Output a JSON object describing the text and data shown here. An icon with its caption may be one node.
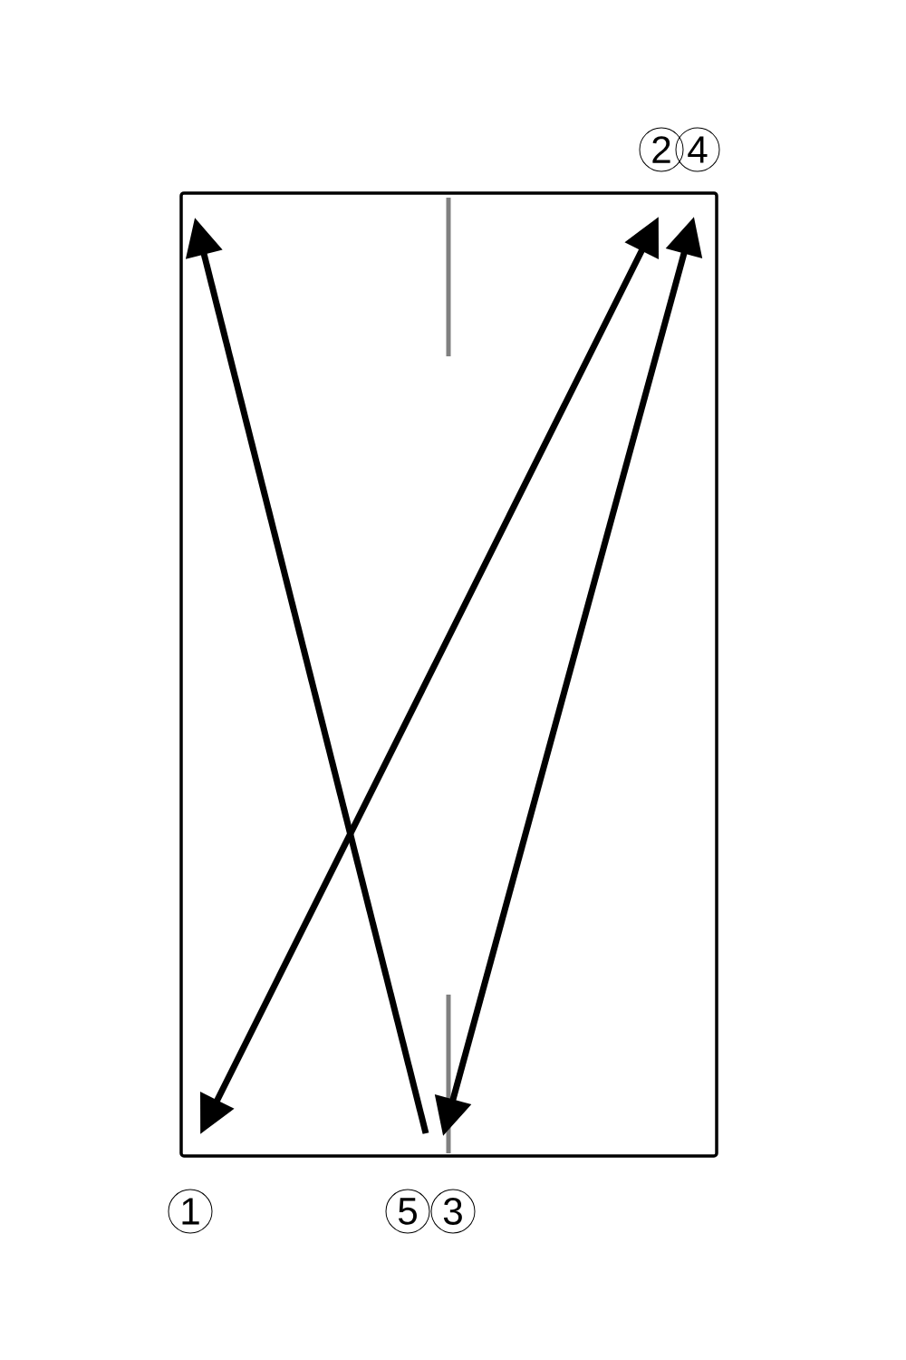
{
  "diagram": {
    "nodes": [
      {
        "text": [
          "2"
        ]
      },
      {
        "text": [
          "4"
        ]
      },
      {
        "text": [],
        "shape": "box"
      },
      {
        "text": [
          "1"
        ]
      },
      {
        "text": [
          "5"
        ]
      },
      {
        "text": [
          "3"
        ]
      }
    ],
    "edges": [
      {
        "from": 2,
        "to": 2,
        "arrow": "to"
      },
      {
        "from": 2,
        "to": 2,
        "arrow": "both"
      },
      {
        "from": 2,
        "to": 2,
        "arrow": "both"
      }
    ]
  }
}
